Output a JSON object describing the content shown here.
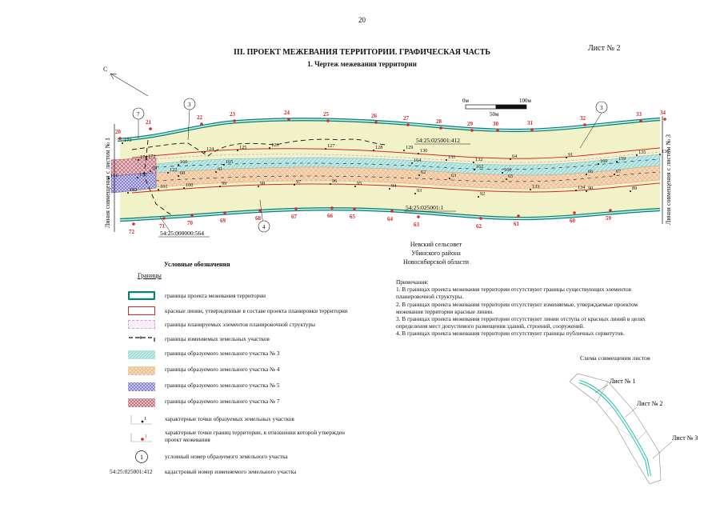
{
  "page_number": "20",
  "sheet_label": "Лист № 2",
  "title": "III. ПРОЕКТ МЕЖЕВАНИЯ ТЕРРИТОРИИ. ГРАФИЧЕСКАЯ ЧАСТЬ",
  "subtitle": "1. Чертеж межевания территории",
  "map": {
    "north_label": "С",
    "scale": {
      "zero": "0м",
      "fifty": "50м",
      "hundred": "100м"
    },
    "left_edge_label": "Линия совмещения с листом № 1",
    "right_edge_label": "Линия совмещения с листом № 3",
    "cadastral_north": "54:25:025001:412",
    "cadastral_south": "54:25:025001:1",
    "cadastral_left": "54:25:000000:564",
    "circle_numbers": [
      "7",
      "3",
      "3",
      "4"
    ],
    "red_points": [
      "20",
      "21",
      "22",
      "23",
      "24",
      "25",
      "26",
      "27",
      "28",
      "29",
      "30",
      "31",
      "32",
      "33",
      "34",
      "72",
      "71",
      "70",
      "69",
      "68",
      "67",
      "66",
      "65",
      "64",
      "63",
      "62",
      "61",
      "60",
      "59"
    ],
    "black_points": [
      "173",
      "174",
      "173",
      "166",
      "175",
      "59",
      "111",
      "102",
      "101",
      "122",
      "60",
      "124",
      "125",
      "165",
      "61",
      "100",
      "99",
      "98",
      "97",
      "126",
      "127",
      "96",
      "95",
      "128",
      "129",
      "94",
      "130",
      "164",
      "62",
      "93",
      "131",
      "63",
      "92",
      "162",
      "132",
      "161",
      "65",
      "64",
      "133",
      "91",
      "134",
      "160",
      "66",
      "90",
      "135",
      "159",
      "67",
      "89",
      "136"
    ]
  },
  "location": [
    "Невский сельсовет",
    "Убинского района",
    "Новосибирской области"
  ],
  "legend": {
    "title": "Условные обозначения",
    "group": "Границы",
    "items": [
      "границы проекта межевания территории",
      "красные линии, утвержденные в составе проекта планировки территории",
      "границы планируемых элементов планировочной структуры",
      "границы изменяемых земельных участков",
      "границы образуемого земельного участка № 3",
      "границы образуемого земельного участка № 4",
      "границы образуемого земельного участка № 5",
      "границы образуемого земельного участка № 7",
      "характерные точки образуемых земельных участков",
      "характерные точки границ территории, в отношении которой утвержден проект межевания",
      "условный номер образуемого земельного участка",
      "кадастровый номер изменяемого земельного участка"
    ],
    "sym_number": "1",
    "sym_cadastral": "54:25:025001:412"
  },
  "notes": {
    "title": "Примечания:",
    "items": [
      "1. В границах проекта межевания территории отсутствуют границы существующих элементов планировочной структуры.",
      "2. В границах проекта межевания территории отсутствуют изменяемые, утверждаемые проектом межевания территории красные линии.",
      "3. В границах проекта межевания территории отсутствуют линии отступа от красных линий в целях определения мест допустимого размещения зданий, строений, сооружений.",
      "4. В границах проекта межевания территории отсутствуют границы публичных сервитутов."
    ]
  },
  "scheme": {
    "title": "Схема совмещения листов",
    "labels": [
      "Лист № 1",
      "Лист № 2",
      "Лист № 3"
    ]
  },
  "colors": {
    "project_boundary": "#1a9a8c",
    "red_line": "#d62828",
    "band": "#f2f2c8",
    "parcel3": "#bfe8e6",
    "parcel4": "#f1c9a0",
    "parcel5": "#b9b6e6",
    "parcel7": "#d9a0a6"
  }
}
